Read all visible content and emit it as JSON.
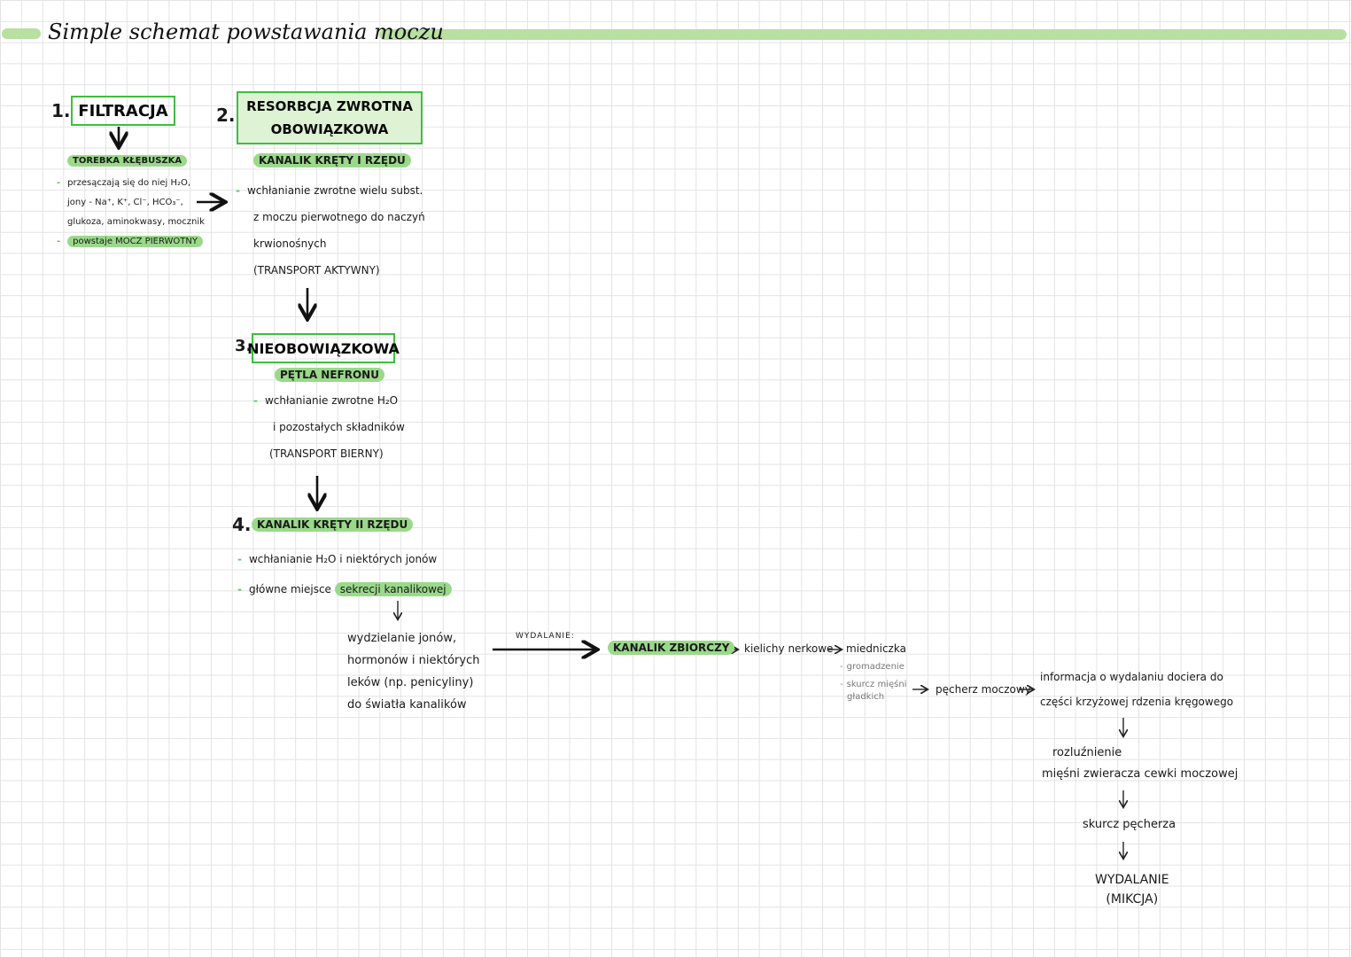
{
  "title": "Simple schemat powstawania moczu",
  "colors": {
    "highlight": "#9ad98a",
    "box_border": "#3cc03c",
    "title_bar": "#b8e0a0"
  },
  "step1": {
    "number": "1.",
    "label": "FILTRACJA",
    "location": "TOREBKA KŁĘBUSZKA",
    "lines": [
      "przesączają się do niej H₂O,",
      "jony - Na⁺, K⁺, Cl⁻, HCO₃⁻,",
      "glukoza, aminokwasy, mocznik"
    ],
    "result": "powstaje MOCZ PIERWOTNY"
  },
  "step2": {
    "number": "2.",
    "label_line1": "RESORBCJA ZWROTNA",
    "label_line2": "OBOWIĄZKOWA",
    "location": "KANALIK KRĘTY I RZĘDU",
    "lines": [
      "wchłanianie zwrotne wielu subst.",
      "z moczu pierwotnego do naczyń",
      "krwionośnych",
      "(TRANSPORT AKTYWNY)"
    ]
  },
  "step3": {
    "number": "3.",
    "label": "NIEOBOWIĄZKOWA",
    "location": "PĘTLA NEFRONU",
    "lines": [
      "wchłanianie zwrotne H₂O",
      "i pozostałych składników",
      "(TRANSPORT BIERNY)"
    ]
  },
  "step4": {
    "number": "4.",
    "location": "KANALIK KRĘTY II RZĘDU",
    "bullet1": "wchłanianie H₂O i niektórych jonów",
    "bullet2_prefix": "główne miejsce",
    "bullet2_highlight": "sekrecji kanalikowej",
    "secretion_lines": [
      "wydzielanie jonów,",
      "hormonów i niektórych",
      "leków (np. penicyliny)",
      "do światła kanalików"
    ]
  },
  "flow": {
    "arrow_label": "WYDALANIE:",
    "collecting": "KANALIK ZBIORCZY",
    "calyces": "kielichy nerkowe",
    "pelvis": "miedniczka",
    "pelvis_notes": [
      "gromadzenie",
      "skurcz mięśni",
      "gładkich"
    ],
    "bladder": "pęcherz moczowy",
    "info_line1": "informacja o wydalaniu dociera do",
    "info_line2": "części krzyżowej rdzenia kręgowego",
    "relax_line1": "rozluźnienie",
    "relax_line2": "mięśni zwieracza cewki moczowej",
    "contraction": "skurcz pęcherza",
    "final_line1": "WYDALANIE",
    "final_line2": "(MIKCJA)"
  }
}
